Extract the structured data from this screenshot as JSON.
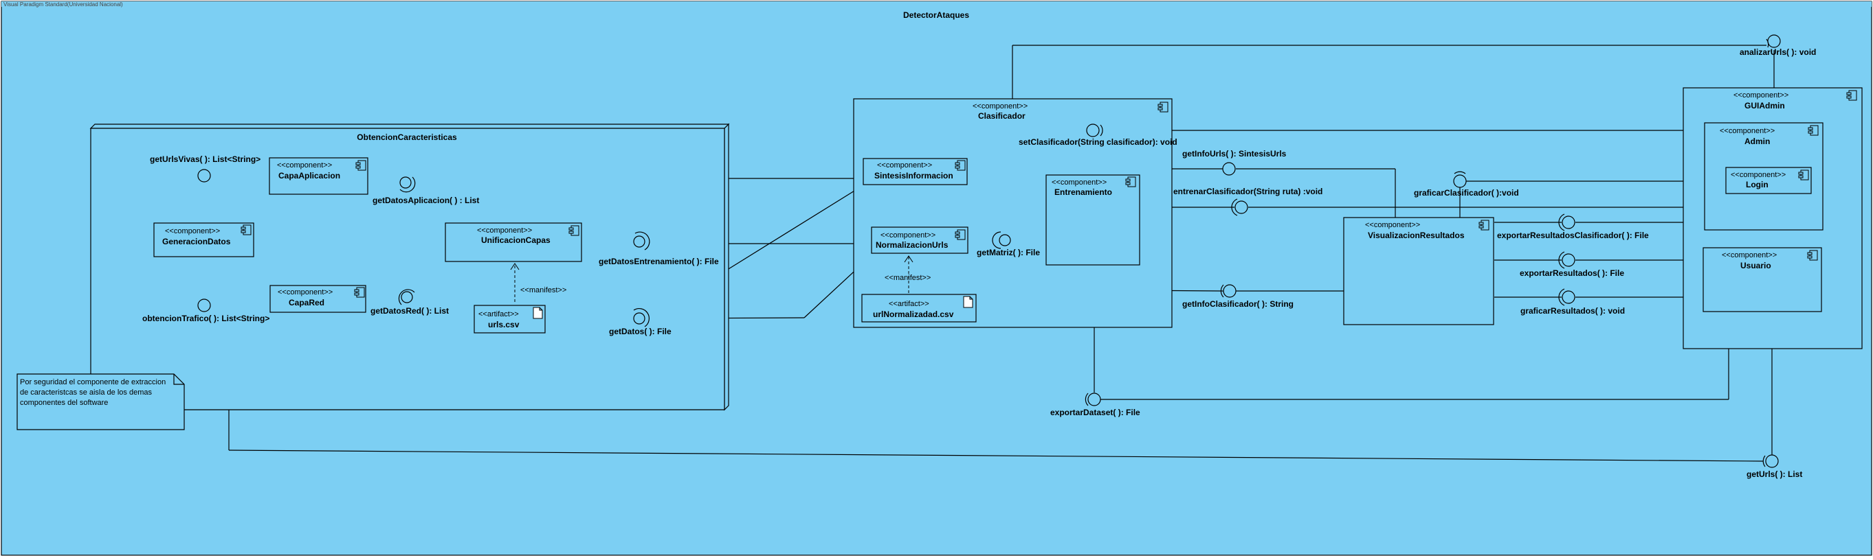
{
  "diagram": {
    "watermark": "Visual Paradigm Standard(Universidad Nacional)",
    "system_name": "DetectorAtaques",
    "stereotype_component": "<<component>>",
    "stereotype_artifact": "<<artifact>>",
    "stereotype_manifest": "<<manifest>>",
    "packages": {
      "obtencion": "ObtencionCaracteristicas"
    },
    "components": {
      "capa_aplicacion": "CapaAplicacion",
      "generacion_datos": "GeneracionDatos",
      "capa_red": "CapaRed",
      "unificacion_capas": "UnificacionCapas",
      "clasificador": "Clasificador",
      "sintesis_informacion": "SintesisInformacion",
      "normalizacion_urls": "NormalizacionUrls",
      "entrenamiento": "Entrenamiento",
      "visualizacion_resultados": "VisualizacionResultados",
      "gui_admin": "GUIAdmin",
      "admin": "Admin",
      "login": "Login",
      "usuario": "Usuario"
    },
    "artifacts": {
      "urls_csv": "urls.csv",
      "url_normalizada_csv": "urlNormalizadad.csv"
    },
    "interfaces": {
      "get_urls_vivas": "getUrlsVivas( ): List<String>",
      "get_datos_aplicacion": "getDatosAplicacion( ) : List",
      "obtencion_trafico": "obtencionTrafico( ): List<String>",
      "get_datos_red": "getDatosRed( ): List",
      "get_datos_entrenamiento": "getDatosEntrenamiento( ): File",
      "get_datos": "getDatos( ): File",
      "get_matriz": "getMatriz( ): File",
      "set_clasificador": "setClasificador(String clasificador): void",
      "get_info_urls": "getInfoUrls( ): SintesisUrls",
      "entrenar_clasificador": "entrenarClasificador(String ruta) :void",
      "get_info_clasificador": "getInfoClasificador( ): String",
      "graficar_clasificador": "graficarClasificador( ):void",
      "exportar_resultados_clasificador": "exportarResultadosClasificador( ): File",
      "exportar_resultados": "exportarResultados( ): File",
      "graficar_resultados": "graficarResultados( ): void",
      "analizar_urls": "analizarUrls( ): void",
      "exportar_dataset": "exportarDataset( ): File",
      "get_urls": "getUrls( ): List"
    },
    "note": {
      "line1": "Por seguridad el componente de extraccion",
      "line2": "de caracteristcas se aisla de los demas",
      "line3": "componentes del software"
    },
    "colors": {
      "fill": "#7ccff3",
      "stroke": "#000000"
    }
  }
}
